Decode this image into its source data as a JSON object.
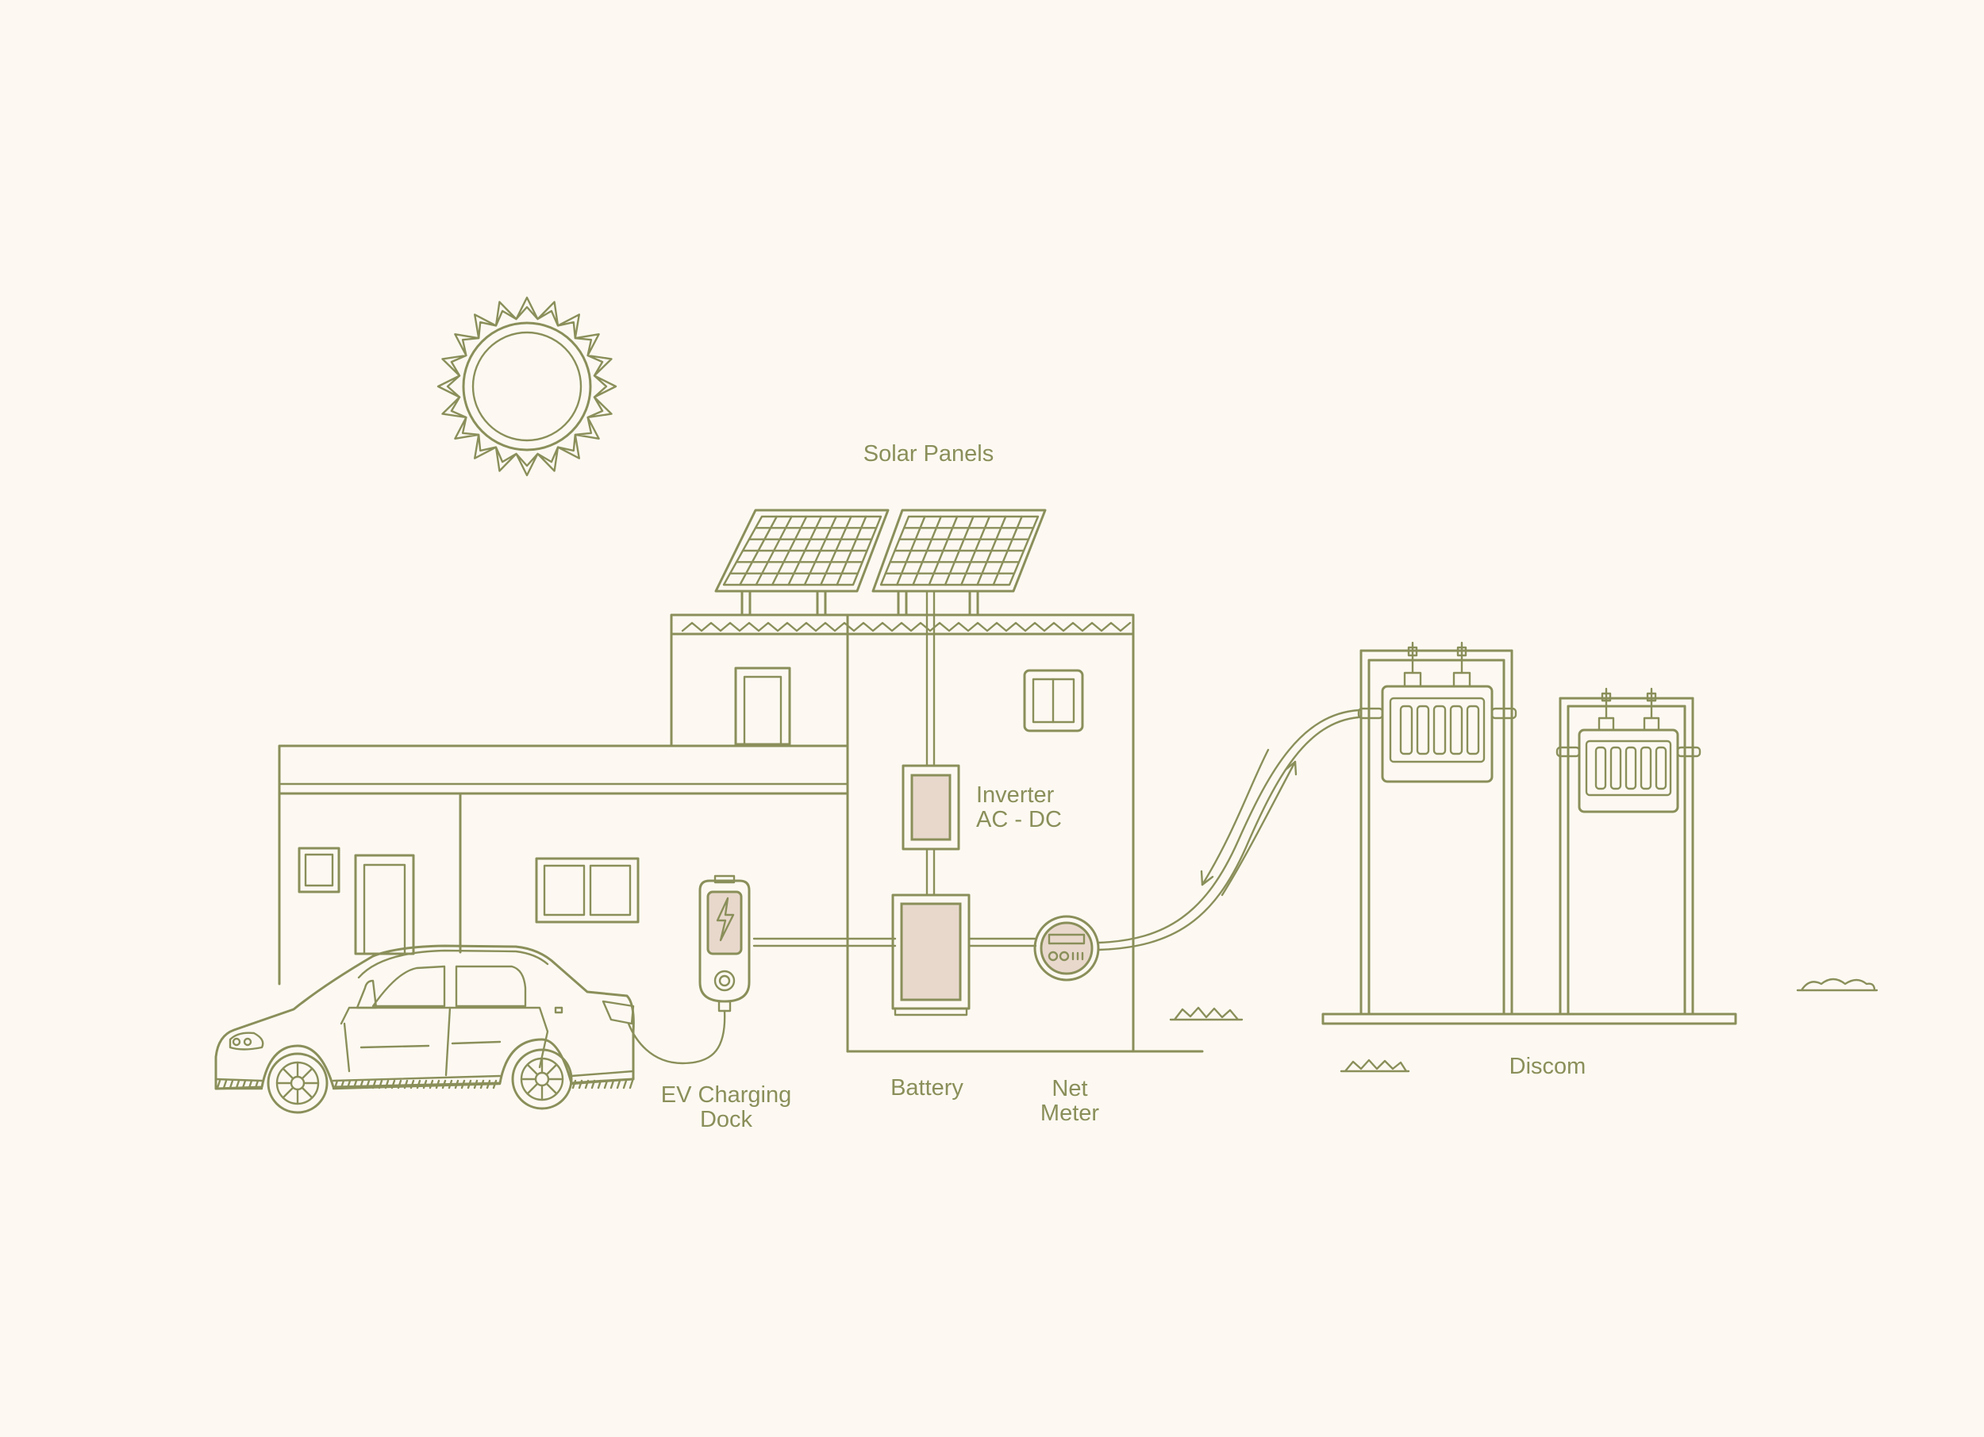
{
  "labels": {
    "solar_panels": "Solar Panels",
    "inverter": "Inverter\nAC - DC",
    "ev_dock": "EV Charging\nDock",
    "battery": "Battery",
    "net_meter": "Net\nMeter",
    "discom": "Discom"
  },
  "colors": {
    "line": "#8A8F5A",
    "accent_fill": "#E8D8CC",
    "background": "#FDF9F2"
  },
  "icons": [
    "sun-icon",
    "lightning-bolt-icon"
  ]
}
